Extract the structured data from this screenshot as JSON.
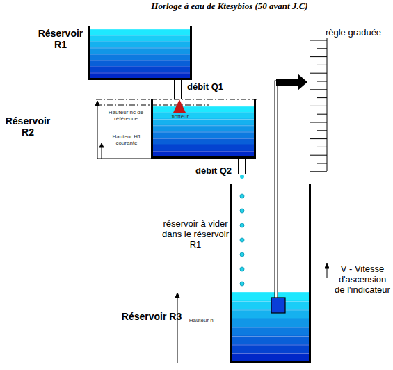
{
  "diagram": {
    "title": "Horloge à eau de Ktesybios (50 avant J.C)",
    "nodes": [
      {
        "text": [
          "Réservoir R1"
        ]
      },
      {
        "text": [
          "Réservoir R2"
        ]
      },
      {
        "text": [
          "Réservoir R3"
        ]
      }
    ],
    "edges": [
      {
        "from": 0,
        "to": 1,
        "arrow": "none",
        "label": "débit Q1"
      },
      {
        "from": 1,
        "to": 2,
        "arrow": "none",
        "label": "débit Q2"
      }
    ],
    "labels": [
      "règle graduée",
      "Hauteur hc de référence",
      "Hauteur H1 courante",
      "flotteur",
      "réservoir à vider dans le réservoir R1",
      "V - Vitesse d'ascension de l'indicateur",
      "Hauteur h'"
    ]
  }
}
